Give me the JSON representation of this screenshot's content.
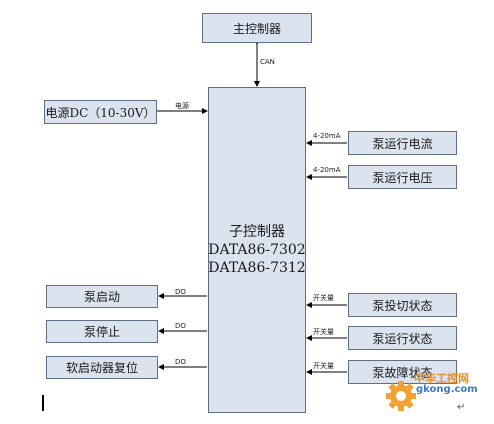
{
  "main_controller": {
    "label": "主控制器"
  },
  "sub_controller": {
    "title": "子控制器",
    "model1": "DATA86-7302",
    "model2": "DATA86-7312"
  },
  "power": {
    "label": "电源DC（10-30V）",
    "line_label": "电源"
  },
  "can_label": "CAN",
  "inputs": [
    {
      "label": "泵运行电流",
      "line_label": "4-20mA"
    },
    {
      "label": "泵运行电压",
      "line_label": "4-20mA"
    },
    {
      "label": "泵投切状态",
      "line_label": "开关量"
    },
    {
      "label": "泵运行状态",
      "line_label": "开关量"
    },
    {
      "label": "泵故障状态",
      "line_label": "开关量"
    }
  ],
  "outputs": [
    {
      "label": "泵启动",
      "line_label": "DO"
    },
    {
      "label": "泵停止",
      "line_label": "DO"
    },
    {
      "label": "软启动器复位",
      "line_label": "DO"
    }
  ],
  "watermark": {
    "text1": "中华工控网",
    "text2": "gkong.com"
  },
  "paragraph_mark": "↵",
  "colors": {
    "box_fill": "#dbe3ee",
    "box_border": "#5f6f86",
    "line": "#000000"
  }
}
